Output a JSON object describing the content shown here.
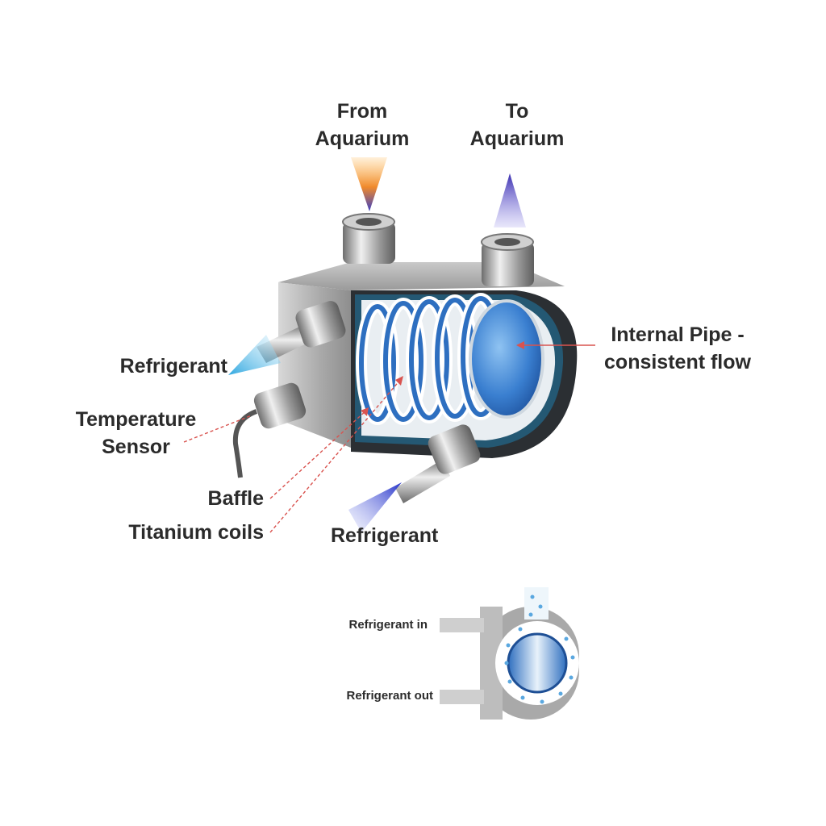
{
  "labels": {
    "from_aquarium": [
      "From",
      "Aquarium"
    ],
    "to_aquarium": [
      "To",
      "Aquarium"
    ],
    "internal_pipe": [
      "Internal Pipe -",
      "consistent flow"
    ],
    "refrigerant_left": "Refrigerant",
    "temperature_sensor": [
      "Temperature",
      "Sensor"
    ],
    "baffle": "Baffle",
    "titanium_coils": "Titanium coils",
    "refrigerant_bottom": "Refrigerant",
    "inset_refrigerant_in": "Refrigerant in",
    "inset_refrigerant_out": "Refrigerant out"
  },
  "colors": {
    "label_text": "#2b2b2b",
    "leader_line": "#d9534f",
    "housing": "#b0b0b0",
    "coil_blue": "#2e6fc0",
    "water_in": "#f08a2c",
    "water_out": "#5b4fc9",
    "refrigerant_out": "#4fb3e8",
    "refrigerant_in": "#3a4fd6"
  }
}
